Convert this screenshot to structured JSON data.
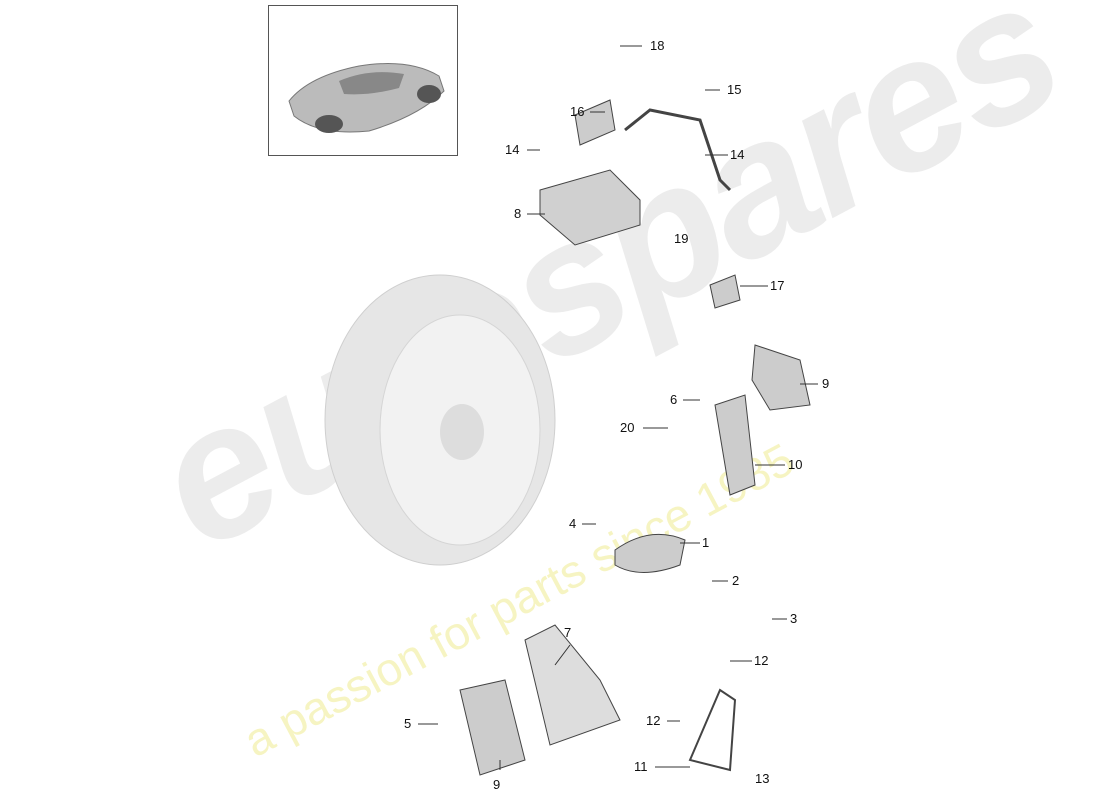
{
  "watermark": {
    "brand": "eurospares",
    "tagline": "a passion for parts since 1985"
  },
  "callouts": [
    {
      "id": "c18",
      "text": "18"
    },
    {
      "id": "c15",
      "text": "15"
    },
    {
      "id": "c16",
      "text": "16"
    },
    {
      "id": "c14a",
      "text": "14"
    },
    {
      "id": "c14b",
      "text": "14"
    },
    {
      "id": "c8",
      "text": "8"
    },
    {
      "id": "c19",
      "text": "19"
    },
    {
      "id": "c17",
      "text": "17"
    },
    {
      "id": "c9a",
      "text": "9"
    },
    {
      "id": "c6",
      "text": "6"
    },
    {
      "id": "c20",
      "text": "20"
    },
    {
      "id": "c10",
      "text": "10"
    },
    {
      "id": "c4",
      "text": "4"
    },
    {
      "id": "c1",
      "text": "1"
    },
    {
      "id": "c2",
      "text": "2"
    },
    {
      "id": "c3",
      "text": "3"
    },
    {
      "id": "c7",
      "text": "7"
    },
    {
      "id": "c12a",
      "text": "12"
    },
    {
      "id": "c12b",
      "text": "12"
    },
    {
      "id": "c5",
      "text": "5"
    },
    {
      "id": "c11",
      "text": "11"
    },
    {
      "id": "c9b",
      "text": "9"
    },
    {
      "id": "c13",
      "text": "13"
    }
  ]
}
